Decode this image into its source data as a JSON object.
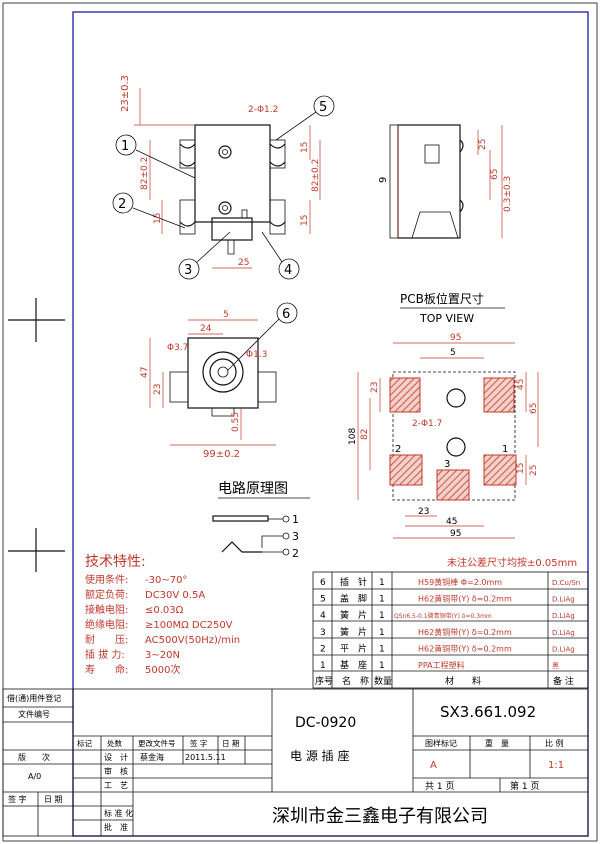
{
  "drawing": {
    "callouts": [
      "1",
      "2",
      "3",
      "4",
      "5",
      "6"
    ],
    "front": {
      "dim_top_height": "23±0.3",
      "dim_hole": "2-Φ1.2",
      "dim_left_82": "82±0.2",
      "dim_left_15": "15",
      "dim_right_15a": "15",
      "dim_right_82": "82±0.2",
      "dim_right_15b": "15",
      "dim_bottom_25": "25"
    },
    "side": {
      "dim_9": "9",
      "dim_25": "25",
      "dim_65": "65",
      "dim_03": "0.3±0.3"
    },
    "bottom": {
      "dim_5": "5",
      "dim_24": "24",
      "dim_phi37": "Φ3.7",
      "dim_phi13": "Φ1.3",
      "dim_47": "47",
      "dim_23": "23",
      "dim_055": "0.55",
      "dim_99": "99±0.2"
    },
    "pcb": {
      "title": "PCB板位置尺寸",
      "subtitle": "TOP VIEW",
      "dim_95_top": "95",
      "dim_5": "5",
      "dim_23_left": "23",
      "dim_45_right": "45",
      "dim_65_right": "65",
      "dim_108": "108",
      "dim_82": "82",
      "dim_holes": "2-Φ1.7",
      "dim_25_right": "25",
      "dim_15_right": "15",
      "dim_23_bottom": "23",
      "dim_45_bottom": "45",
      "dim_95_bottom": "95",
      "pin2": "2",
      "pin3": "3",
      "pin1": "1"
    },
    "circuit": {
      "title": "电路原理图",
      "pin1": "1",
      "pin3": "3",
      "pin2": "2"
    }
  },
  "specs": {
    "title": "技术特性:",
    "rows": [
      {
        "label": "使用条件:",
        "value": "-30~70°"
      },
      {
        "label": "额定负荷:",
        "value": "DC30V 0.5A"
      },
      {
        "label": "接触电阻:",
        "value": "≤0.03Ω"
      },
      {
        "label": "绝缘电阻:",
        "value": "≥100MΩ DC250V"
      },
      {
        "label": "耐　　压:",
        "value": "AC500V(50Hz)/min"
      },
      {
        "label": "插 拔 力:",
        "value": "3~20N"
      },
      {
        "label": "寿　　命:",
        "value": "5000次"
      }
    ]
  },
  "tolerance_note": "未注公差尺寸均按±0.05mm",
  "bom": {
    "headers": [
      "序号",
      "名　称",
      "数量",
      "材　　料",
      "备 注"
    ],
    "rows": [
      {
        "no": "6",
        "name": "插　针",
        "qty": "1",
        "material": "H59黄铜棒  Φ=2.0mm",
        "note": "D.Cu/Sn"
      },
      {
        "no": "5",
        "name": "盖　脚",
        "qty": "1",
        "material": "H62黄铜带(Y) δ=0.2mm",
        "note": "D.LiAg"
      },
      {
        "no": "4",
        "name": "簧　片",
        "qty": "1",
        "material": "QSn6.5-0.1磷青铜带(Y) δ=0.3mm",
        "note": "D.LiAg"
      },
      {
        "no": "3",
        "name": "簧　片",
        "qty": "1",
        "material": "H62黄铜带(Y) δ=0.2mm",
        "note": "D.LiAg"
      },
      {
        "no": "2",
        "name": "平　片",
        "qty": "1",
        "material": "H62黄铜带(Y) δ=0.2mm",
        "note": "D.LiAg"
      },
      {
        "no": "1",
        "name": "基　座",
        "qty": "1",
        "material": "PPA工程塑料",
        "note": "黑"
      }
    ]
  },
  "left_margin": {
    "used_on": "借(通)用件登记",
    "file_no": "文件编号",
    "version": "版　　次",
    "version_val": "A/0",
    "sign_date": [
      "签 字",
      "日 期"
    ]
  },
  "title_block": {
    "product": "DC-0920",
    "product_name": "电 源 插 座",
    "drawing_no": "SX3.661.092",
    "stage_label": "图样标记",
    "weight_label": "重　量",
    "scale_label": "比 例",
    "stage_val": "A",
    "scale_val": "1:1",
    "sheets": "共 1 页",
    "sheet": "第 1 页",
    "company": "深圳市金三鑫电子有限公司",
    "rev_headers": [
      "标记",
      "处数",
      "更改文件号",
      "签 字",
      "日 期"
    ],
    "roles": [
      "设　计",
      "审　核",
      "工　艺",
      "标 准 化",
      "批　准"
    ],
    "designer": "蔡金海",
    "design_date": "2011.5.11"
  }
}
